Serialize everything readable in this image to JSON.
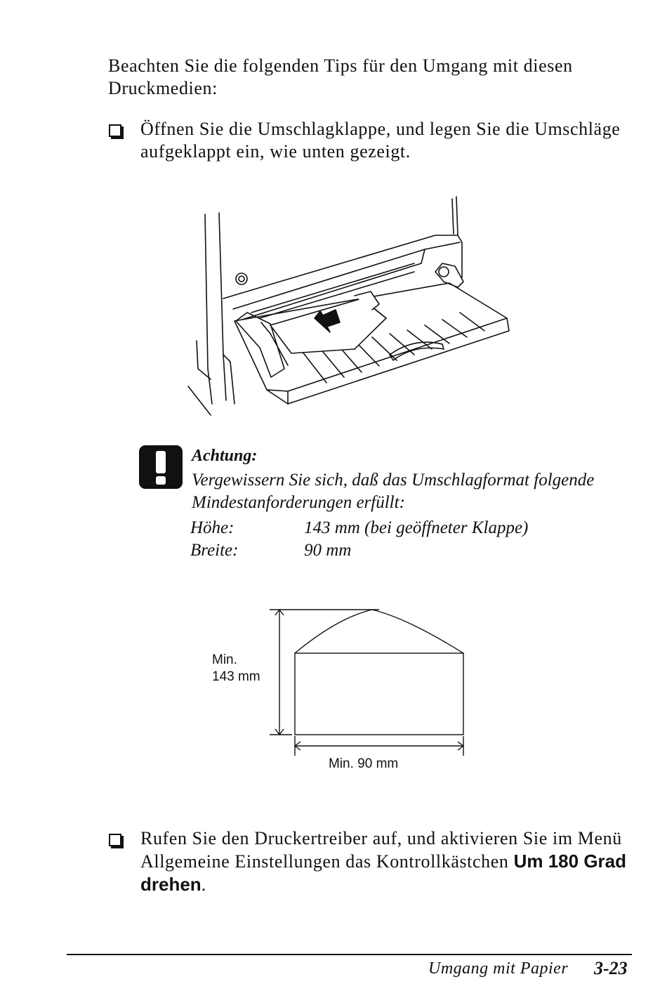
{
  "intro": "Beachten Sie die folgenden Tips für den Umgang mit diesen Druckmedien:",
  "bullets": [
    {
      "text": "Öffnen Sie die Umschlagklappe, und legen Sie die Umschläge aufgeklappt ein, wie unten gezeigt."
    },
    {
      "text_before": "Rufen Sie den Druckertreiber auf, und aktivieren Sie im Menü Allgemeine Einstellungen das Kontrollkästchen ",
      "bold": "Um 180 Grad drehen",
      "text_after": "."
    }
  ],
  "caution": {
    "title": "Achtung:",
    "text": "Vergewissern Sie sich, daß das Umschlagformat folgende Mindestanforderungen erfüllt:",
    "specs": [
      {
        "label": "Höhe:",
        "value": "143 mm (bei geöffneter Klappe)"
      },
      {
        "label": "Breite:",
        "value": "90 mm"
      }
    ]
  },
  "diagram": {
    "height_label_line1": "Min.",
    "height_label_line2": "143 mm",
    "width_label": "Min. 90 mm"
  },
  "footer": {
    "title": "Umgang mit Papier",
    "page": "3-23"
  }
}
